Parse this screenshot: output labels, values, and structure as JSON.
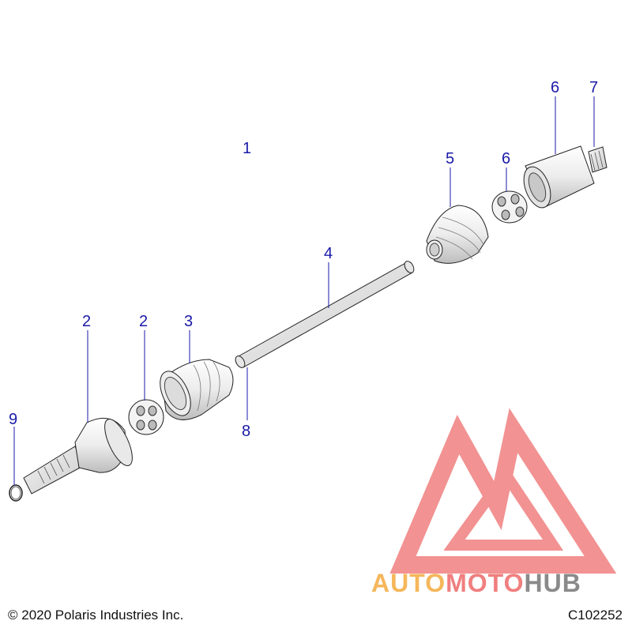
{
  "callouts": {
    "c1": "1",
    "c2a": "2",
    "c2b": "2",
    "c3": "3",
    "c4": "4",
    "c5": "5",
    "c6a": "6",
    "c6b": "6",
    "c7": "7",
    "c8": "8",
    "c9": "9"
  },
  "footer": {
    "copyright": "© 2020 Polaris Industries Inc.",
    "diagram_id": "C102252"
  },
  "watermark": {
    "auto": "AUTO",
    "moto": "MOTO",
    "hub": "HUB"
  },
  "colors": {
    "callout": "#1a1aa8",
    "part_fill": "#f2f2f2",
    "part_shade": "#cfcfcf",
    "logo_red": "#f07f7f",
    "logo_orange": "#f5b75b",
    "logo_gray": "#8a8a8a"
  }
}
